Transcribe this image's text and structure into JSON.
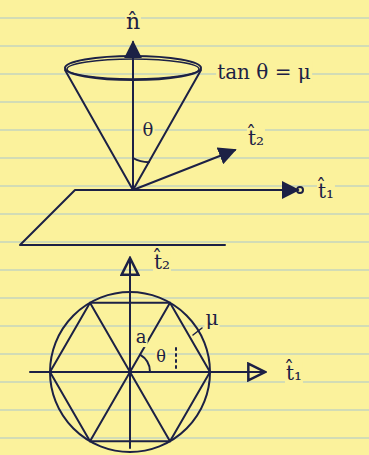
{
  "diagram": {
    "labels": [
      "n̂",
      "tan θ = μ",
      "θ",
      "t̂₂",
      "t̂₁",
      "t̂₂",
      "μ",
      "a",
      "θ",
      "t̂₁"
    ]
  }
}
